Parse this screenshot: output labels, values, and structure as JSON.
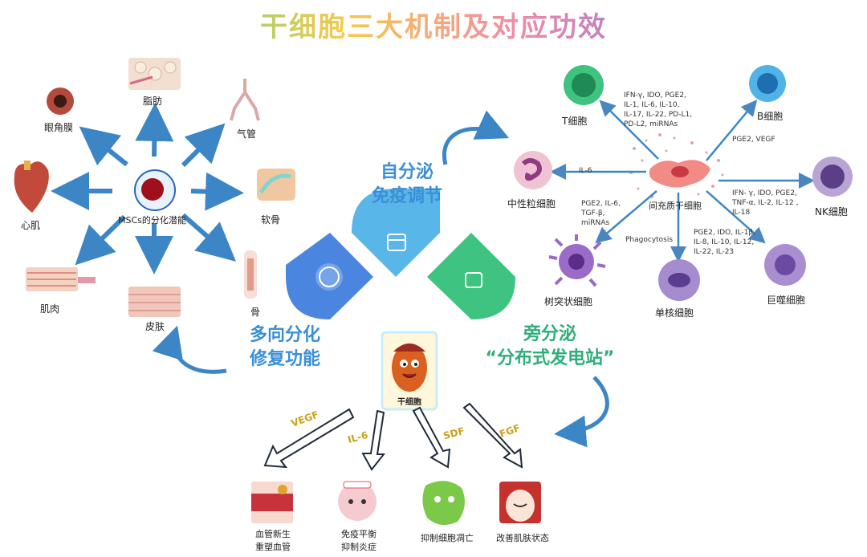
{
  "title": "干细胞三大机制及对应功效",
  "differentiation": {
    "center": "MSCs的分化潜能",
    "targets": [
      "眼角膜",
      "脂肪",
      "气管",
      "软骨",
      "骨",
      "皮肤",
      "肌肉",
      "心肌"
    ]
  },
  "mechanisms": {
    "immune": [
      "自分泌",
      "免疫调节"
    ],
    "repair": [
      "多向分化",
      "修复功能"
    ],
    "paracrine": [
      "旁分泌",
      "“分布式发电站”"
    ]
  },
  "immune_cells": {
    "center": "间充质干细胞",
    "t_cell": "T细胞",
    "b_cell": "B细胞",
    "nk_cell": "NK细胞",
    "macrophage": "巨噬细胞",
    "monocyte": "单核细胞",
    "dendritic": "树突状细胞",
    "neutrophil": "中性粒细胞",
    "t_factors": [
      "IFN-γ, IDO, PGE2,",
      "IL-1, IL-6, IL-10,",
      "IL-17, IL-22, PD-L1,",
      "PD-L2, miRNAs"
    ],
    "b_factors": "PGE2, VEGF",
    "nk_factors": [
      "IFN- γ, IDO, PGE2,",
      "TNF-α, IL-2, IL-12 ,",
      "IL-18"
    ],
    "macro_factors": [
      "PGE2, IDO, IL-1β,",
      "IL-8, IL-10, IL-12,",
      "IL-22, IL-23"
    ],
    "mono_factor": "Phagocytosis",
    "dc_factors": [
      "PGE2, IL-6,",
      "TGF-β,",
      "miRNAs"
    ],
    "neutro_factor": "IL-6"
  },
  "mascot_label": "干细胞",
  "factors": [
    "VEGF",
    "IL-6",
    "SDF",
    "FGF"
  ],
  "effects": [
    [
      "血管新生",
      "重塑血管"
    ],
    [
      "免疫平衡",
      "抑制炎症"
    ],
    [
      "抑制细胞凋亡"
    ],
    [
      "改善肌肤状态"
    ]
  ],
  "colors": {
    "arrow": "#3d86c6",
    "blue": "#4a86e0",
    "sky": "#59b6e8",
    "green": "#3fc381"
  }
}
